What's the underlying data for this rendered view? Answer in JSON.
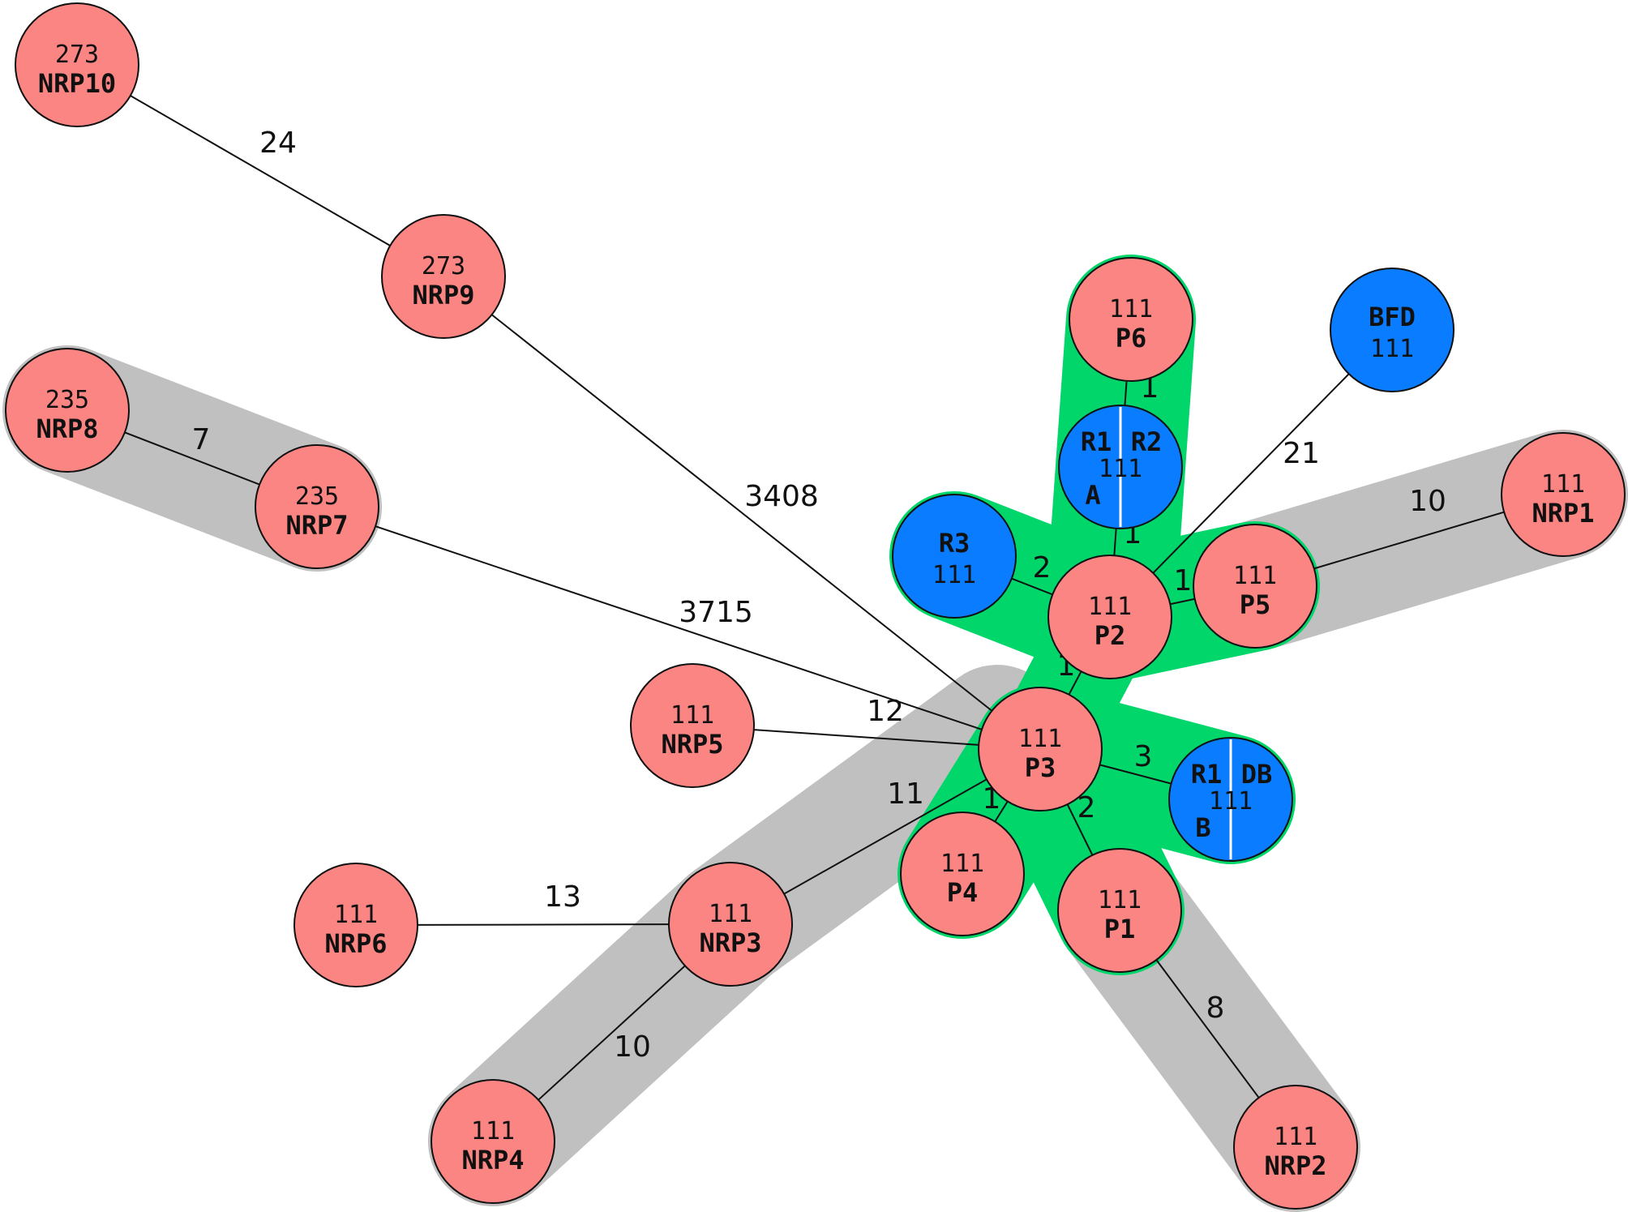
{
  "colors": {
    "node_pink": "#fa8582",
    "node_blue": "#0a7cff",
    "cluster_green": "#00d66a",
    "cluster_grey": "#c0c0c0",
    "edge": "#111111",
    "node_stroke": "#111111"
  },
  "nodes": [
    {
      "id": "NRP10",
      "top": "273",
      "bottom": "NRP10",
      "color": "pink"
    },
    {
      "id": "NRP9",
      "top": "273",
      "bottom": "NRP9",
      "color": "pink"
    },
    {
      "id": "NRP8",
      "top": "235",
      "bottom": "NRP8",
      "color": "pink"
    },
    {
      "id": "NRP7",
      "top": "235",
      "bottom": "NRP7",
      "color": "pink"
    },
    {
      "id": "P6",
      "top": "111",
      "bottom": "P6",
      "color": "pink"
    },
    {
      "id": "BFD",
      "top": "BFD",
      "bottom": "111",
      "color": "blue",
      "style": "plain"
    },
    {
      "id": "A",
      "top": "111",
      "left": "R1",
      "right": "R2",
      "bottom": "A",
      "color": "blue",
      "style": "split"
    },
    {
      "id": "R3",
      "top": "R3",
      "bottom": "111",
      "color": "blue",
      "style": "plain"
    },
    {
      "id": "P2",
      "top": "111",
      "bottom": "P2",
      "color": "pink"
    },
    {
      "id": "P5",
      "top": "111",
      "bottom": "P5",
      "color": "pink"
    },
    {
      "id": "NRP1",
      "top": "111",
      "bottom": "NRP1",
      "color": "pink"
    },
    {
      "id": "NRP5",
      "top": "111",
      "bottom": "NRP5",
      "color": "pink"
    },
    {
      "id": "P3",
      "top": "111",
      "bottom": "P3",
      "color": "pink"
    },
    {
      "id": "B",
      "top": "111",
      "left": "R1",
      "right": "DB",
      "bottom": "B",
      "color": "blue",
      "style": "split"
    },
    {
      "id": "P4",
      "top": "111",
      "bottom": "P4",
      "color": "pink"
    },
    {
      "id": "P1",
      "top": "111",
      "bottom": "P1",
      "color": "pink"
    },
    {
      "id": "NRP6",
      "top": "111",
      "bottom": "NRP6",
      "color": "pink"
    },
    {
      "id": "NRP3",
      "top": "111",
      "bottom": "NRP3",
      "color": "pink"
    },
    {
      "id": "NRP4",
      "top": "111",
      "bottom": "NRP4",
      "color": "pink"
    },
    {
      "id": "NRP2",
      "top": "111",
      "bottom": "NRP2",
      "color": "pink"
    }
  ],
  "edges": [
    {
      "from": "NRP10",
      "to": "NRP9",
      "label": "24"
    },
    {
      "from": "NRP9",
      "to": "P3",
      "label": "3408"
    },
    {
      "from": "NRP8",
      "to": "NRP7",
      "label": "7"
    },
    {
      "from": "NRP7",
      "to": "P3",
      "label": "3715"
    },
    {
      "from": "P6",
      "to": "A",
      "label": "1"
    },
    {
      "from": "A",
      "to": "P2",
      "label": "1"
    },
    {
      "from": "BFD",
      "to": "P2",
      "label": "21"
    },
    {
      "from": "R3",
      "to": "P2",
      "label": "2"
    },
    {
      "from": "P2",
      "to": "P5",
      "label": "1"
    },
    {
      "from": "P5",
      "to": "NRP1",
      "label": "10"
    },
    {
      "from": "P2",
      "to": "P3",
      "label": "1"
    },
    {
      "from": "NRP5",
      "to": "P3",
      "label": "12"
    },
    {
      "from": "P3",
      "to": "B",
      "label": "3"
    },
    {
      "from": "P3",
      "to": "P4",
      "label": "1"
    },
    {
      "from": "P3",
      "to": "P1",
      "label": "2"
    },
    {
      "from": "P3",
      "to": "NRP3",
      "label": "11"
    },
    {
      "from": "NRP6",
      "to": "NRP3",
      "label": "13"
    },
    {
      "from": "NRP3",
      "to": "NRP4",
      "label": "10"
    },
    {
      "from": "P1",
      "to": "NRP2",
      "label": "8"
    }
  ]
}
